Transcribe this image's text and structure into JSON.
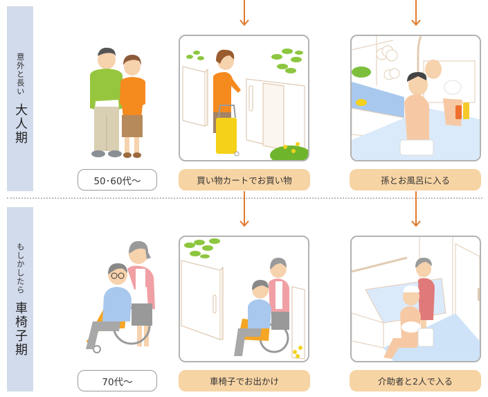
{
  "stages": [
    {
      "sub_label": "意外と長い",
      "main_label": "大人期",
      "age": "50･60代～",
      "activities": [
        {
          "caption": "買い物カートでお買い物",
          "illustration": "woman-shopping-cart-gate"
        },
        {
          "caption": "孫とお風呂に入る",
          "illustration": "grandfather-bathing-grandchild"
        }
      ],
      "people_illustration": "middle-aged-couple-standing"
    },
    {
      "sub_label": "もしかしたら",
      "main_label": "車椅子期",
      "age": "70代～",
      "activities": [
        {
          "caption": "車椅子でお出かけ",
          "illustration": "wheelchair-outing"
        },
        {
          "caption": "介助者と2人で入る",
          "illustration": "caregiver-assisted-bath"
        }
      ],
      "people_illustration": "elderly-couple-wheelchair"
    }
  ],
  "colors": {
    "stage_label_bg": "#d2dbec",
    "caption_bg": "#f7d4a4",
    "arrow": "#e07a2e",
    "panel_border": "#b2b2b2",
    "separator": "#b9b9b9"
  },
  "icons": {
    "arrow": "arrow-down-icon"
  }
}
